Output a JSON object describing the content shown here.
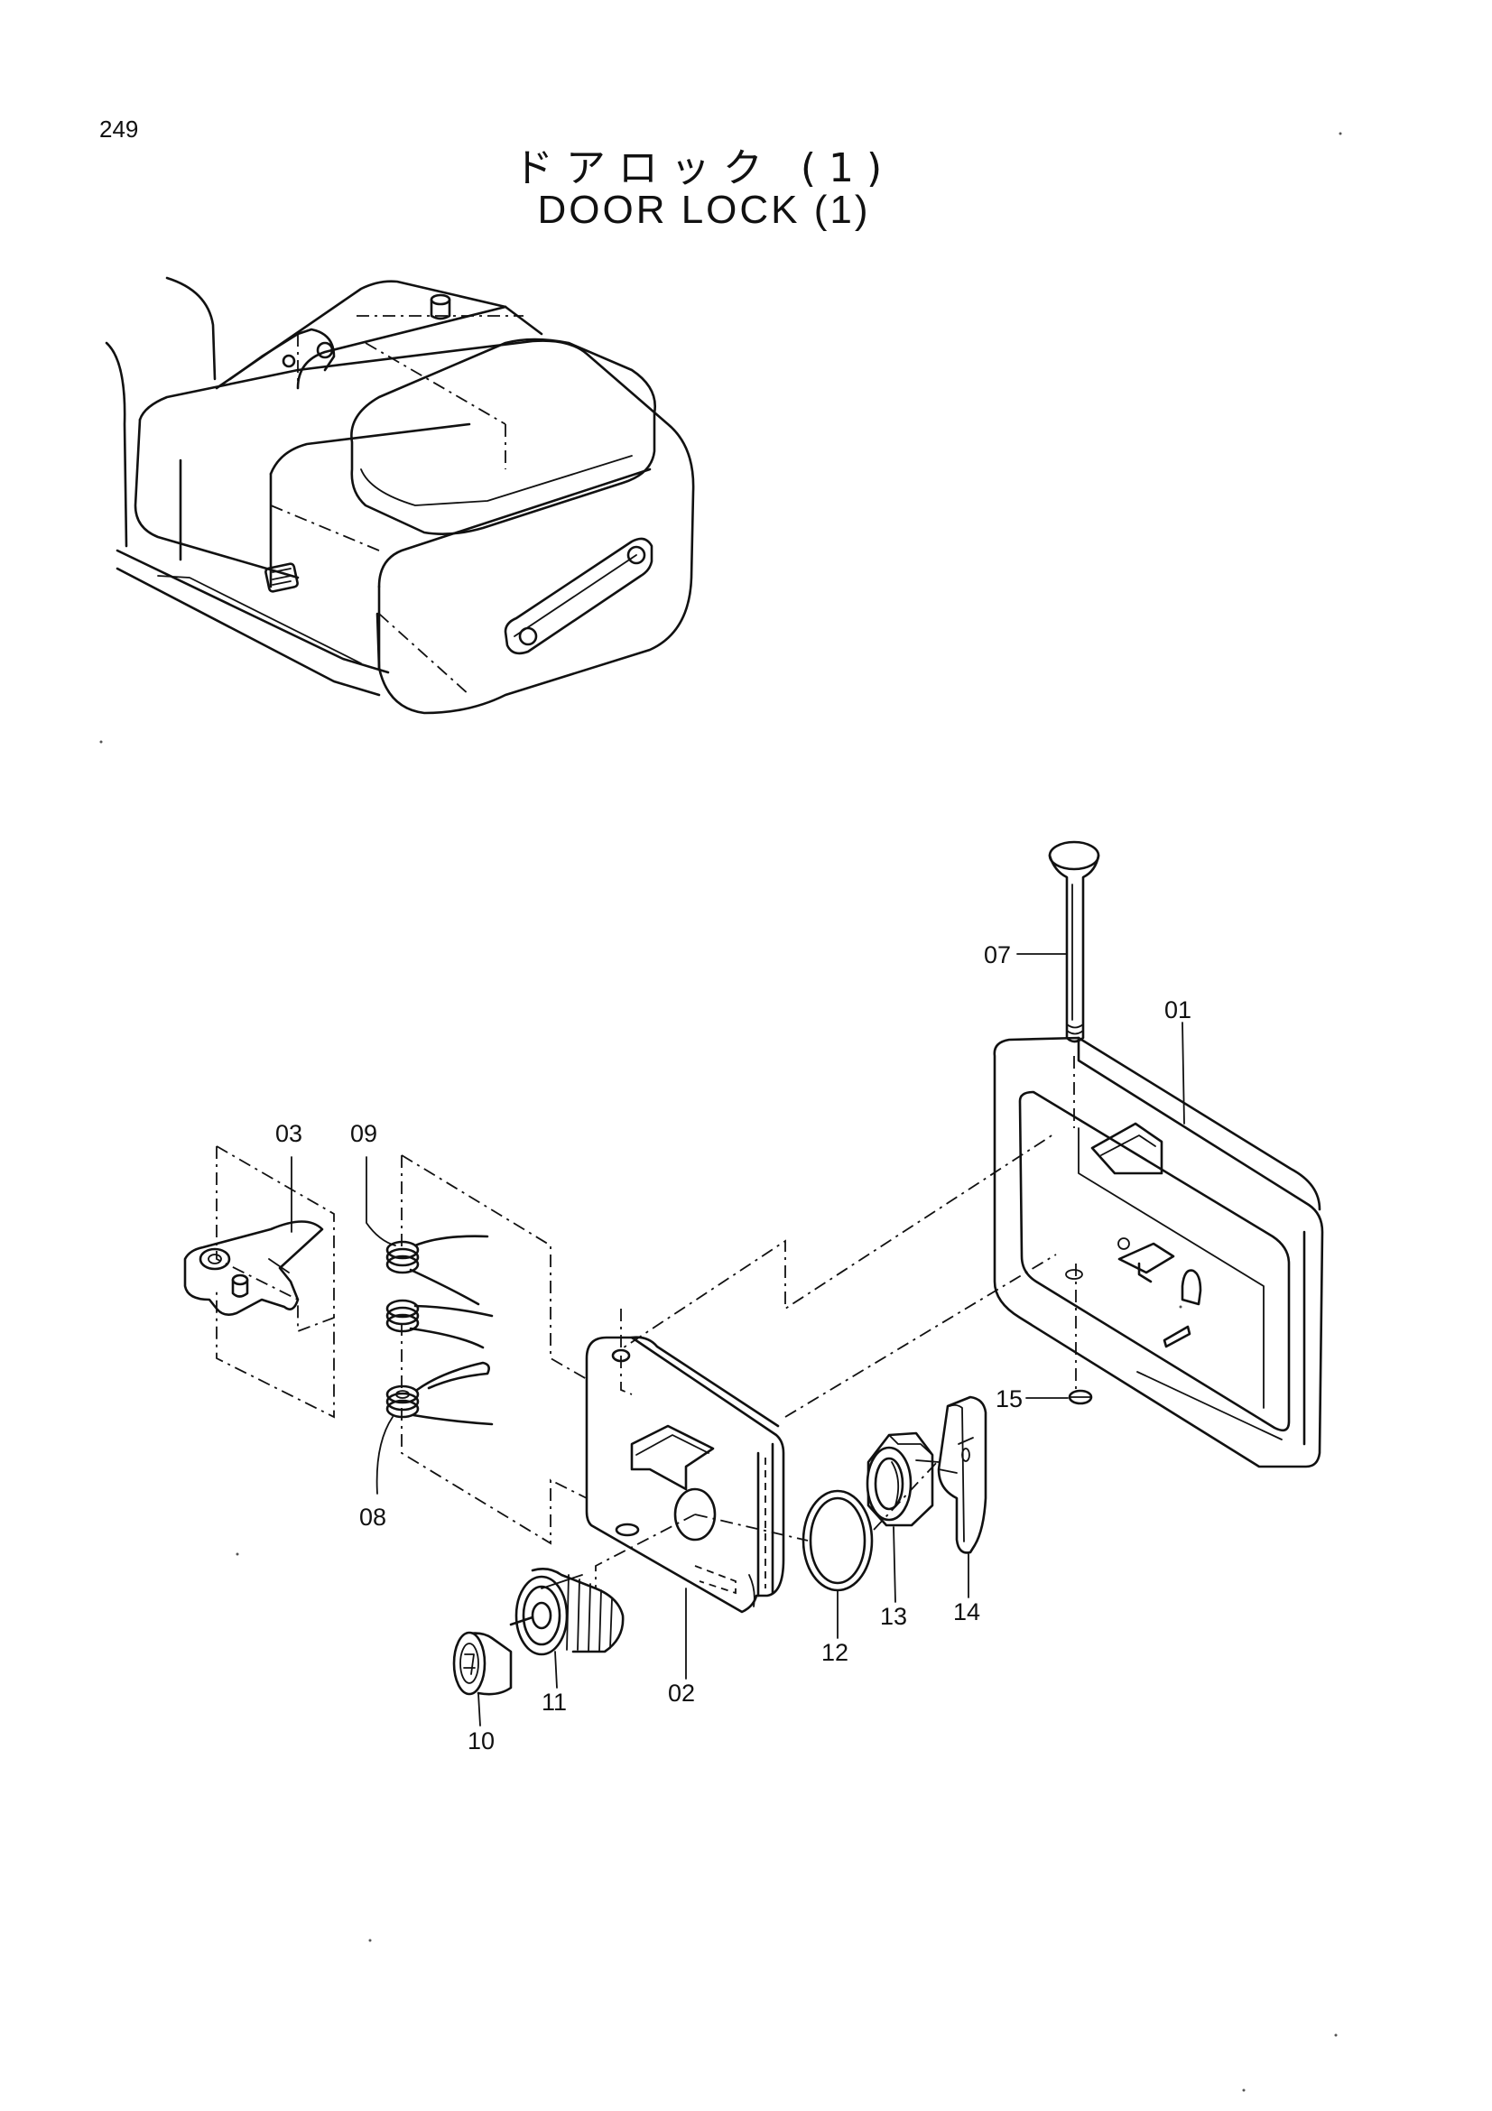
{
  "page_number": "249",
  "title_jp": "ドアロック (1)",
  "title_en": "DOOR LOCK (1)",
  "callouts": {
    "p01": "01",
    "p02": "02",
    "p03": "03",
    "p07": "07",
    "p08": "08",
    "p09": "09",
    "p10": "10",
    "p11": "11",
    "p12": "12",
    "p13": "13",
    "p14": "14",
    "p15": "15"
  }
}
